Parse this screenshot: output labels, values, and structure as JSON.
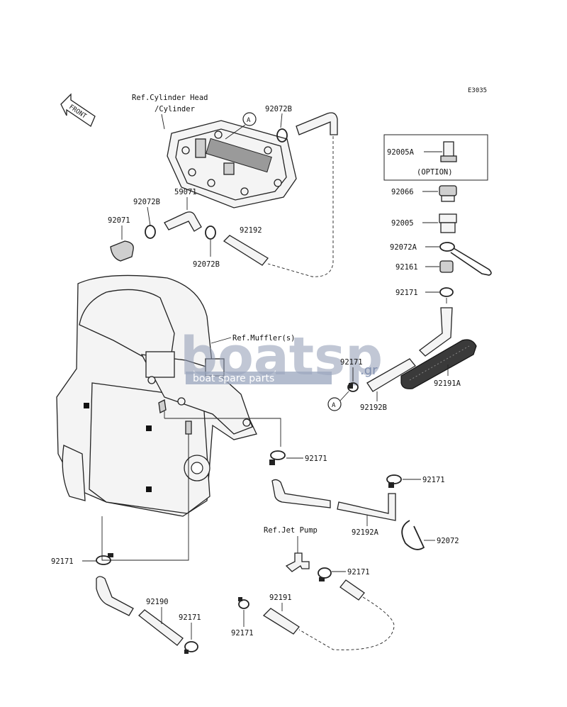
{
  "diagram_code": "E3035",
  "front_label": "FRONT",
  "references": {
    "cylinder_head_line1": "Ref.Cylinder Head",
    "cylinder_head_line2": "/Cylinder",
    "muffler": "Ref.Muffler(s)",
    "jet_pump": "Ref.Jet Pump"
  },
  "option_label": "(OPTION)",
  "markers": {
    "a": "A"
  },
  "watermark": {
    "brand": "boatsp",
    "tagline": "boat spare parts",
    "tld": ".gr"
  },
  "parts": {
    "p92072B_top": "92072B",
    "p92005A": "92005A",
    "p92066": "92066",
    "p92005": "92005",
    "p92072A": "92072A",
    "p92161": "92161",
    "p92171_r1": "92171",
    "p92072B_left": "92072B",
    "p59071": "59071",
    "p92071": "92071",
    "p92192": "92192",
    "p92072B_bottom": "92072B",
    "p92171_mid": "92171",
    "p92192B": "92192B",
    "p92191A": "92191A",
    "p92171_center": "92171",
    "p92171_right": "92171",
    "p92192A": "92192A",
    "p92072": "92072",
    "p92171_left": "92171",
    "p92190": "92190",
    "p92171_bottomleft": "92171",
    "p92171_jetpump": "92171",
    "p92191": "92191",
    "p92171_bottom": "92171"
  }
}
